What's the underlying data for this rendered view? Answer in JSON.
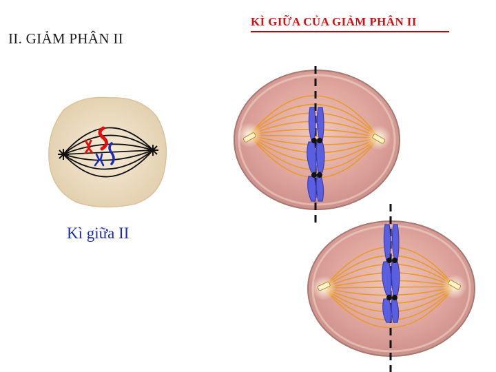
{
  "slide": {
    "heading": "II. GIẢM PHÂN II",
    "title": "KÌ GIỮA CỦA GIẢM PHÂN II",
    "caption": "Kì giữa II"
  },
  "colors": {
    "title_red": "#d20f12",
    "caption_blue": "#1c2bb5",
    "chromosome_blue": "#5a5ee0",
    "chromosome_red": "#e01010",
    "spindle_orange": "#e89a2c",
    "cell_pink": "#d9a09a",
    "small_cell_beige": "#eadbc0"
  },
  "icons": [
    "centrosome-icon",
    "chromosome-icon",
    "metaphase-plate-icon"
  ]
}
